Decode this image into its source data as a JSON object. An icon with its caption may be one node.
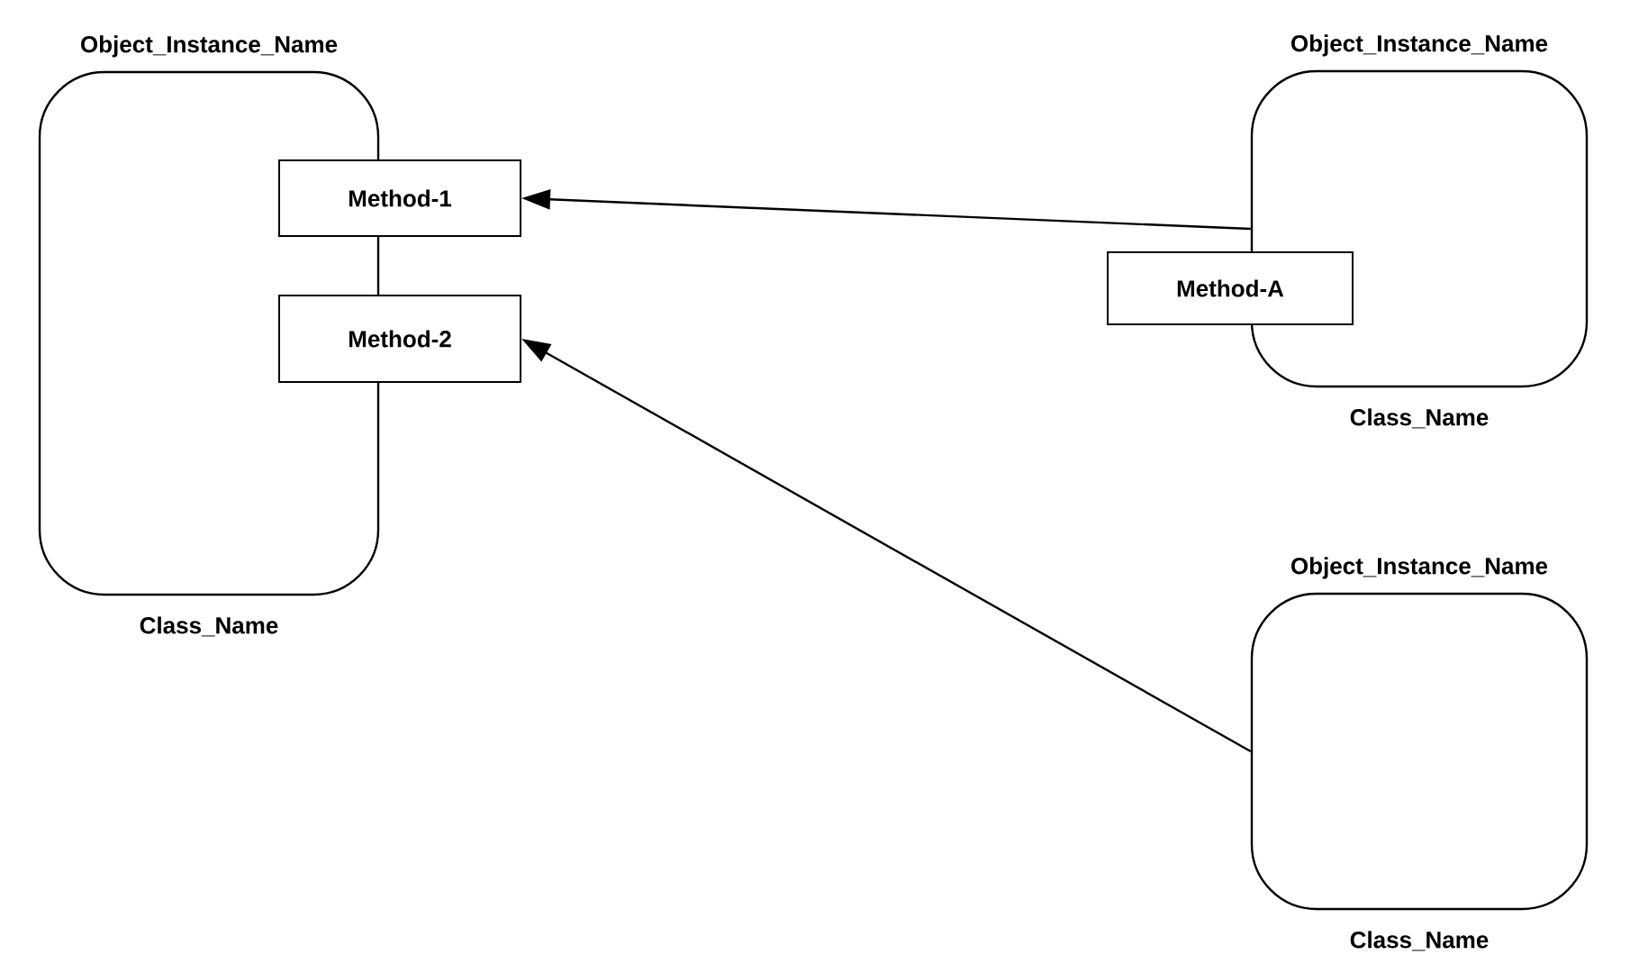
{
  "diagram": {
    "nodes": [
      {
        "text": [
          "Object_Instance_Name",
          "Class_Name"
        ]
      },
      {
        "text": [
          "Method-1"
        ]
      },
      {
        "text": [
          "Method-2"
        ]
      },
      {
        "text": [
          "Object_Instance_Name",
          "Class_Name"
        ]
      },
      {
        "text": [
          "Method-A"
        ]
      },
      {
        "text": [
          "Object_Instance_Name",
          "Class_Name"
        ]
      }
    ],
    "edges": [
      {
        "from": 3,
        "to": 1,
        "arrow": "to"
      },
      {
        "from": 5,
        "to": 2,
        "arrow": "to"
      }
    ]
  }
}
